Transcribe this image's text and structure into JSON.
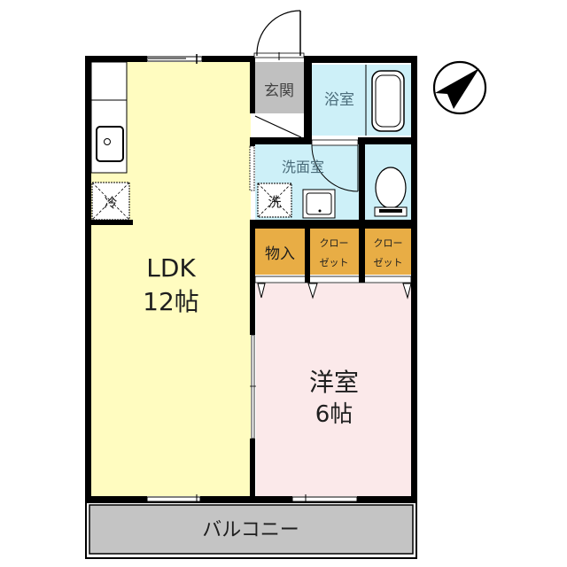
{
  "floorplan": {
    "layout": "1LDK",
    "colors": {
      "ldk": "#fffcc0",
      "western_room": "#fbe9ea",
      "wet_area": "#cdf0f8",
      "storage": "#e8ad45",
      "entrance": "#c0c0c0",
      "balcony": "#c4c4c4",
      "wall": "#000000"
    },
    "rooms": {
      "ldk": {
        "name": "LDK",
        "size": "12帖"
      },
      "western_room": {
        "name": "洋室",
        "size": "6帖"
      },
      "entrance": {
        "name": "玄関"
      },
      "bathroom": {
        "name": "浴室"
      },
      "washroom": {
        "name": "洗面室"
      },
      "storage": {
        "name": "物入"
      },
      "closet_1": {
        "line1": "クロー",
        "line2": "ゼット"
      },
      "closet_2": {
        "line1": "クロー",
        "line2": "ゼット"
      },
      "balcony": {
        "name": "バルコニー"
      }
    },
    "fixtures": {
      "fridge": "冷",
      "washer": "洗"
    },
    "compass": {
      "icon": "north-arrow-icon",
      "direction": "northeast"
    }
  }
}
